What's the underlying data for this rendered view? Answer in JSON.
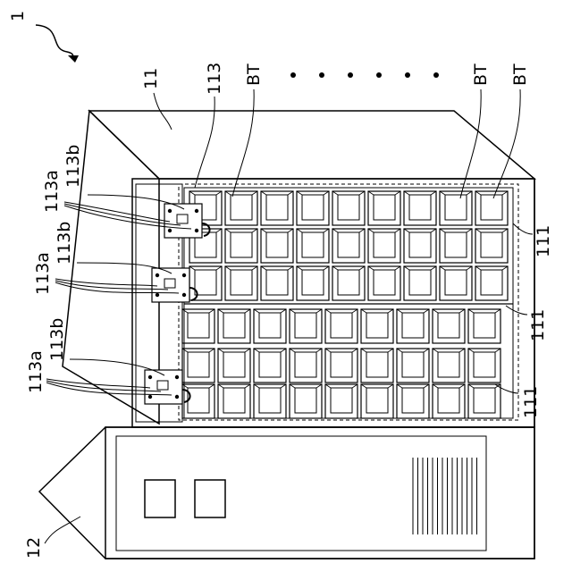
{
  "labels": {
    "device": "1",
    "body": "11",
    "base": "12",
    "connector_unit": "113",
    "slot": "111",
    "battery": "BT",
    "port_a": "113a",
    "port_b": "113b"
  }
}
